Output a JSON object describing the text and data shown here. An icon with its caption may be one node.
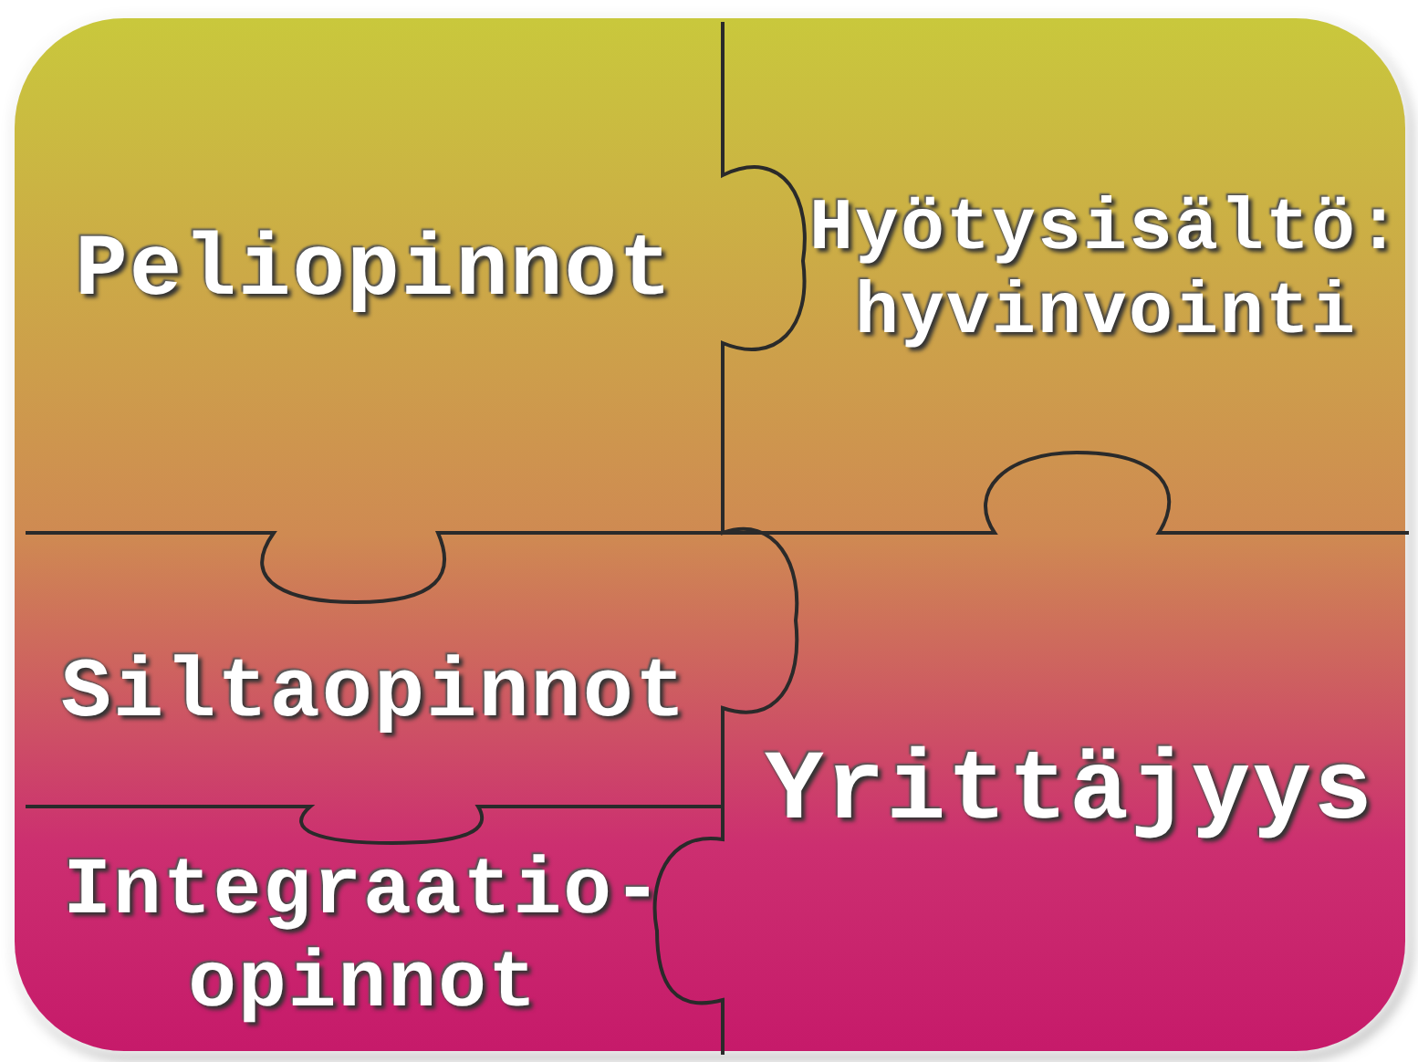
{
  "diagram": {
    "nodes": [
      {
        "text": [
          "Peliopinnot"
        ]
      },
      {
        "text": [
          "Hyötysisältö: hyvinvointi"
        ]
      },
      {
        "text": [
          "Siltaopinnot"
        ]
      },
      {
        "text": [
          "Yrittäjyys"
        ]
      },
      {
        "text": [
          "Integraatio- opinnot"
        ]
      }
    ]
  }
}
